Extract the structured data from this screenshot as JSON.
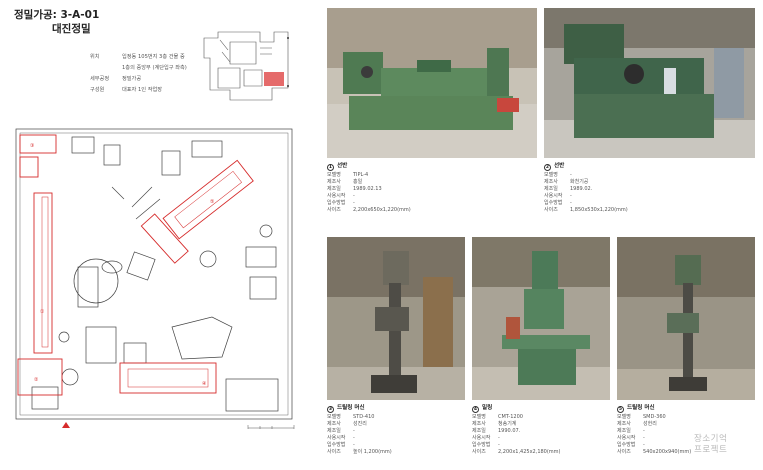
{
  "title": {
    "main": "정밀가공: 3-A-01",
    "sub": "대진정밀"
  },
  "info": [
    {
      "k": "위치",
      "v": "입정동 105번지 3층 건물 중"
    },
    {
      "k": "",
      "v": "1층의 중앙부 (계단입구 좌측)"
    },
    {
      "k": "세부공정",
      "v": "정밀가공"
    },
    {
      "k": "구성원",
      "v": "대표자 1인 작업장"
    }
  ],
  "colors": {
    "accent": "#d62b2b",
    "highlight": "#e25b5b"
  },
  "machines": [
    {
      "num": "1",
      "name": "선반",
      "fields": [
        {
          "k": "모델명",
          "v": "TIPL-4"
        },
        {
          "k": "제조사",
          "v": "홍일"
        },
        {
          "k": "제조일",
          "v": "1989.02.13"
        },
        {
          "k": "사용시작",
          "v": "-"
        },
        {
          "k": "입수방법",
          "v": "-"
        },
        {
          "k": "사이즈",
          "v": "2,200x650x1,220(mm)"
        }
      ]
    },
    {
      "num": "2",
      "name": "선반",
      "fields": [
        {
          "k": "모델명",
          "v": "-"
        },
        {
          "k": "제조사",
          "v": "화천기공"
        },
        {
          "k": "제조일",
          "v": "1989.02."
        },
        {
          "k": "사용시작",
          "v": "-"
        },
        {
          "k": "입수방법",
          "v": "-"
        },
        {
          "k": "사이즈",
          "v": "1,850x530x1,220(mm)"
        }
      ]
    },
    {
      "num": "3",
      "name": "드릴링 머신",
      "fields": [
        {
          "k": "모델명",
          "v": "STD-410"
        },
        {
          "k": "제조사",
          "v": "성진리"
        },
        {
          "k": "제조일",
          "v": "-"
        },
        {
          "k": "사용시작",
          "v": "-"
        },
        {
          "k": "입수방법",
          "v": "-"
        },
        {
          "k": "사이즈",
          "v": "높이 1,200(mm)"
        }
      ]
    },
    {
      "num": "4",
      "name": "밀링",
      "fields": [
        {
          "k": "모델명",
          "v": "CMT-1200"
        },
        {
          "k": "제조사",
          "v": "청송기계"
        },
        {
          "k": "제조일",
          "v": "1990.07."
        },
        {
          "k": "사용시작",
          "v": "-"
        },
        {
          "k": "입수방법",
          "v": "-"
        },
        {
          "k": "사이즈",
          "v": "2,200x1,425x2,180(mm)"
        }
      ]
    },
    {
      "num": "5",
      "name": "드릴링 머신",
      "fields": [
        {
          "k": "모델명",
          "v": "SMD-360"
        },
        {
          "k": "제조사",
          "v": "성헌리"
        },
        {
          "k": "제조일",
          "v": "-"
        },
        {
          "k": "사용시작",
          "v": "-"
        },
        {
          "k": "입수방법",
          "v": "-"
        },
        {
          "k": "사이즈",
          "v": "540x200x940(mm)"
        }
      ]
    }
  ],
  "watermark": {
    "line1": "장소기억",
    "line2": "프로젝트"
  }
}
